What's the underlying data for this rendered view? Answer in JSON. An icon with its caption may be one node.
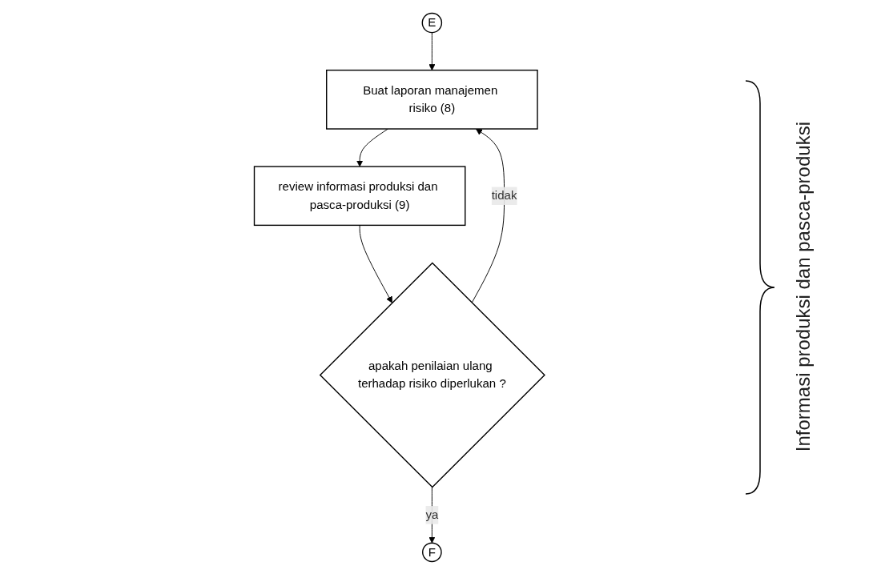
{
  "diagram": {
    "nodes": [
      {
        "text": [
          "E"
        ]
      },
      {
        "text": [
          "Buat laporan manajemen risiko (8)"
        ]
      },
      {
        "text": [
          "review informasi produksi dan pasca-produksi (9)"
        ]
      },
      {
        "text": [
          "apakah penilaian ulang terhadap risiko diperlukan ?"
        ]
      },
      {
        "text": [
          "F"
        ]
      }
    ],
    "edges": [
      {
        "from": 0,
        "to": 1,
        "arrow": "to"
      },
      {
        "from": 1,
        "to": 2,
        "arrow": "to"
      },
      {
        "from": 2,
        "to": 3,
        "arrow": "to"
      },
      {
        "from": 3,
        "to": 4,
        "arrow": "to",
        "label": "ya"
      },
      {
        "from": 3,
        "to": 1,
        "arrow": "to",
        "label": "tidak"
      }
    ],
    "labels": [
      "Informasi produksi dan pasca-produksi"
    ]
  }
}
